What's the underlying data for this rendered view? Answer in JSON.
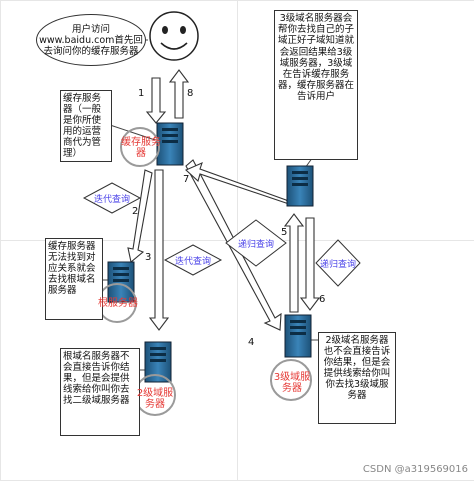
{
  "notes": {
    "user_note": "用户访问www.baidu.com首先回去询问你的缓存服务器",
    "cache_note": "缓存服务器（一般是你所使用的运营商代为管理）",
    "cache_server_note": "缓存服务器无法找到对应关系就会去找根域名服务器",
    "root_note": "根域名服务器不会直接告诉你结果，但是会提供线索给你叫你去找二级域服务器",
    "l3_note": "3级域名服务器会帮你去找自己的子域正好子域知道就会返回结果给3级域服务器，3级域在告诉缓存服务器，缓存服务器在告诉用户",
    "l2_note": "2级域名服务器也不会直接告诉你结果，但是会提供线索给你叫你去找3级域服务器"
  },
  "servers": {
    "cache": "缓存服务器",
    "root": "根服务器",
    "l2": "2级域服务器",
    "l3": "3级域服务器"
  },
  "queries": {
    "iter1": "迭代查询",
    "iter2": "迭代查询",
    "rec1": "递归查询",
    "rec2": "递归查询"
  },
  "steps": [
    "1",
    "2",
    "3",
    "4",
    "5",
    "6",
    "7",
    "8"
  ],
  "watermark": "CSDN @a319569016",
  "colors": {
    "server_blue": "#2f6f9f",
    "label_red": "#e53935",
    "query_text": "#4a42e8"
  }
}
